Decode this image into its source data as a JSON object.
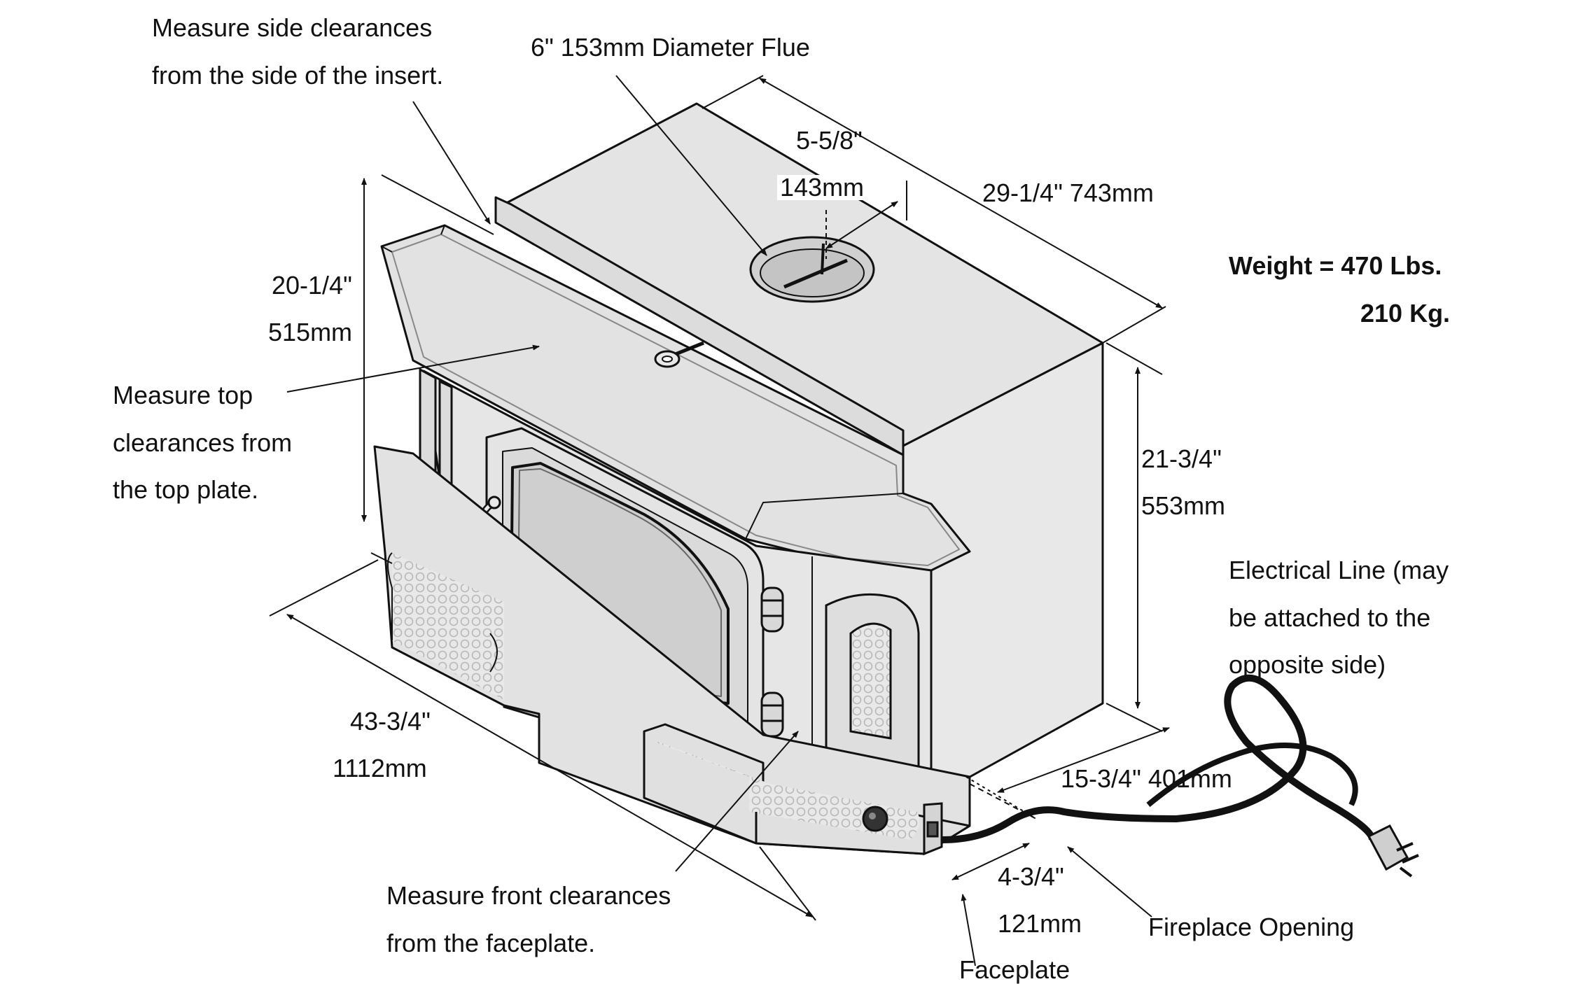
{
  "labels": {
    "side_clear_1": "Measure side clearances",
    "side_clear_2": "from the side of the insert.",
    "flue": "6\" 153mm Diameter Flue",
    "flue_offset_in": "5-5/8\"",
    "flue_offset_mm": "143mm",
    "depth": "29-1/4\" 743mm",
    "height_top_in": "20-1/4\"",
    "height_top_mm": "515mm",
    "top_clear_1": "Measure top",
    "top_clear_2": "clearances from",
    "top_clear_3": "the top plate.",
    "weight_lbs": "Weight = 470 Lbs.",
    "weight_kg": "210 Kg.",
    "height_body_in": "21-3/4\"",
    "height_body_mm": "553mm",
    "elec_1": "Electrical Line (may",
    "elec_2": "be attached to the",
    "elec_3": "opposite side)",
    "width_in": "43-3/4\"",
    "width_mm": "1112mm",
    "rear_depth": "15-3/4\" 401mm",
    "front_clear_1": "Measure front clearances",
    "front_clear_2": "from the faceplate.",
    "face_depth_in": "4-3/4\"",
    "face_depth_mm": "121mm",
    "fireplace_opening": "Fireplace Opening",
    "faceplate": "Faceplate"
  },
  "colors": {
    "body_fill": "#e6e6e6",
    "panel_fill": "#d6d6d6",
    "glass_fill": "#dcdcdc",
    "line": "#111111"
  }
}
